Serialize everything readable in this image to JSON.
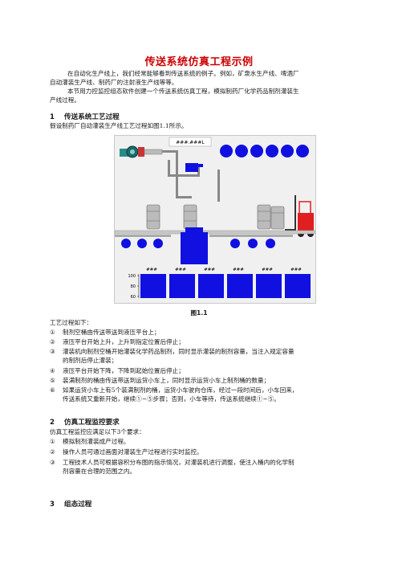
{
  "title": "传送系统仿真工程示例",
  "intro": [
    "在自动化生产线上，我们经常能够看到传送系统的例子。例如，矿泉水生产线、啤酒厂",
    "自动灌装生产线、制药厂的注射液生产线等等。",
    "本节用力控监控组态软件创建一个传送系统仿真工程，模拟制药厂化学药品制剂灌装生",
    "产线过程。"
  ],
  "section1": {
    "num": "1",
    "title": "传送系统工艺过程",
    "lead": "假设制药厂自动灌装生产线工艺过程如图1.1所示。"
  },
  "figure": {
    "caption": "图1.1",
    "placeholder_label": "###.###L",
    "bucket_labels": [
      "###",
      "###",
      "###",
      "###",
      "###",
      "###"
    ],
    "scale_labels": [
      "100",
      "80",
      "60"
    ],
    "colors": {
      "blue": "#1010e0",
      "forklift": "#e02020",
      "bg": "#f0f0f0",
      "rack": "#a0a0a0"
    }
  },
  "process": {
    "lead": "工艺过程如下：",
    "steps": [
      {
        "mark": "①",
        "lines": [
          "制剂空桶由传送带送到液压平台上；"
        ]
      },
      {
        "mark": "②",
        "lines": [
          "液压平台开始上升，上升到指定位置后停止；"
        ]
      },
      {
        "mark": "③",
        "lines": [
          "灌装机向制剂空桶开始灌装化学药品制剂，同时显示灌装的制剂容量，当注入规定容量",
          "的制剂后停止灌装；"
        ]
      },
      {
        "mark": "④",
        "lines": [
          "液压平台开始下降，下降到起始位置后停止；"
        ]
      },
      {
        "mark": "⑤",
        "lines": [
          "装满制剂的桶由传送带送到运货小车上，同时显示运货小车上制剂桶的数量；"
        ]
      },
      {
        "mark": "⑥",
        "lines": [
          "如果运货小车上有5个装满制剂的桶，运货小车驶向仓库，经过一段时间后，小车回来，",
          "传送系统又重新开始，继续①~⑤步骤；否则，小车等待，传送系统继续①~⑤。"
        ]
      }
    ]
  },
  "section2": {
    "num": "2",
    "title": "仿真工程监控要求",
    "lead": "仿真工程监控应满足以下3个要求：",
    "items": [
      {
        "mark": "①",
        "lines": [
          "模拟制剂灌装成产过程。"
        ]
      },
      {
        "mark": "②",
        "lines": [
          "操作人员可通过画面对灌装生产过程进行实时监控。"
        ]
      },
      {
        "mark": "③",
        "lines": [
          "工程技术人员可根据容积分布图的指示情况，对灌装机进行调整，使注入桶内的化学制",
          "剂容量在合理的范围之内。"
        ]
      }
    ]
  },
  "section3": {
    "num": "3",
    "title": "组态过程"
  }
}
